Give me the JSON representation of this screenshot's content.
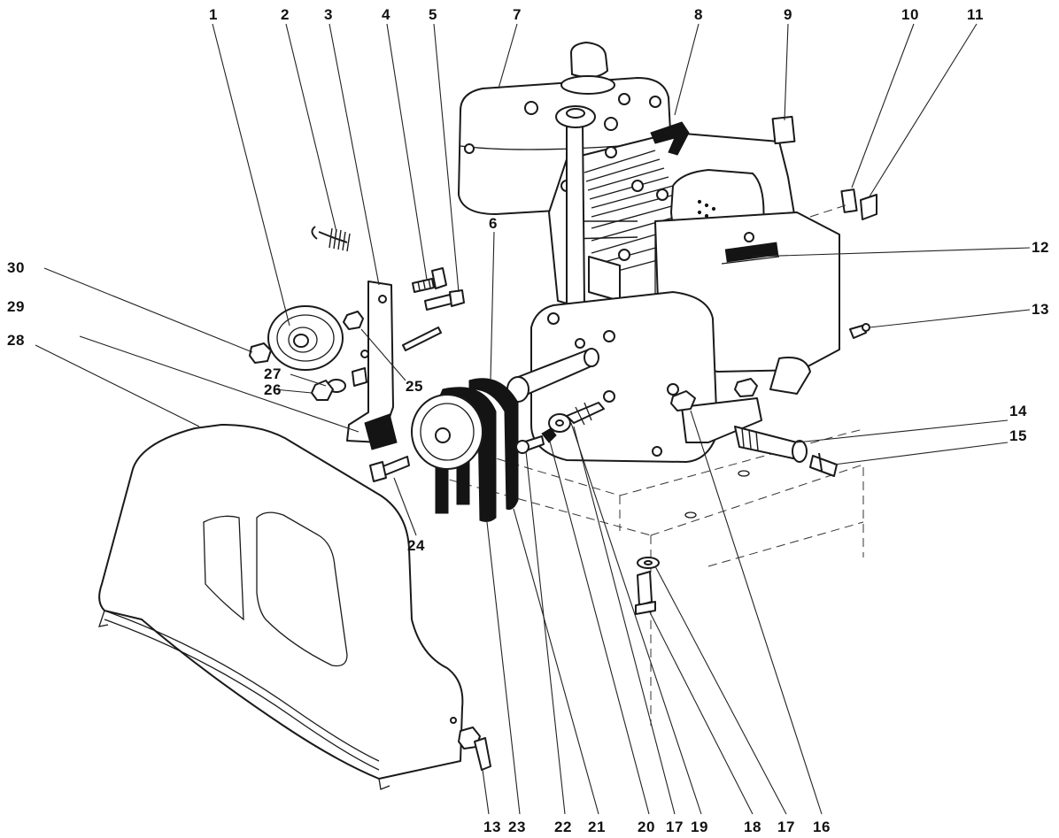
{
  "callouts": {
    "c1": "1",
    "c2": "2",
    "c3": "3",
    "c4": "4",
    "c5": "5",
    "c6": "6",
    "c7": "7",
    "c8": "8",
    "c9": "9",
    "c10": "10",
    "c11": "11",
    "c12": "12",
    "c13": "13",
    "c14": "14",
    "c15": "15",
    "c16": "16",
    "c17": "17",
    "c18": "18",
    "c19": "19",
    "c20": "20",
    "c21": "21",
    "c22": "22",
    "c23": "23",
    "c24": "24",
    "c25": "25",
    "c26": "26",
    "c27": "27",
    "c28": "28",
    "c29": "29",
    "c30": "30",
    "c13b": "13",
    "c17b": "17"
  },
  "colors": {
    "ink": "#1a1a1a",
    "paper": "#ffffff"
  }
}
